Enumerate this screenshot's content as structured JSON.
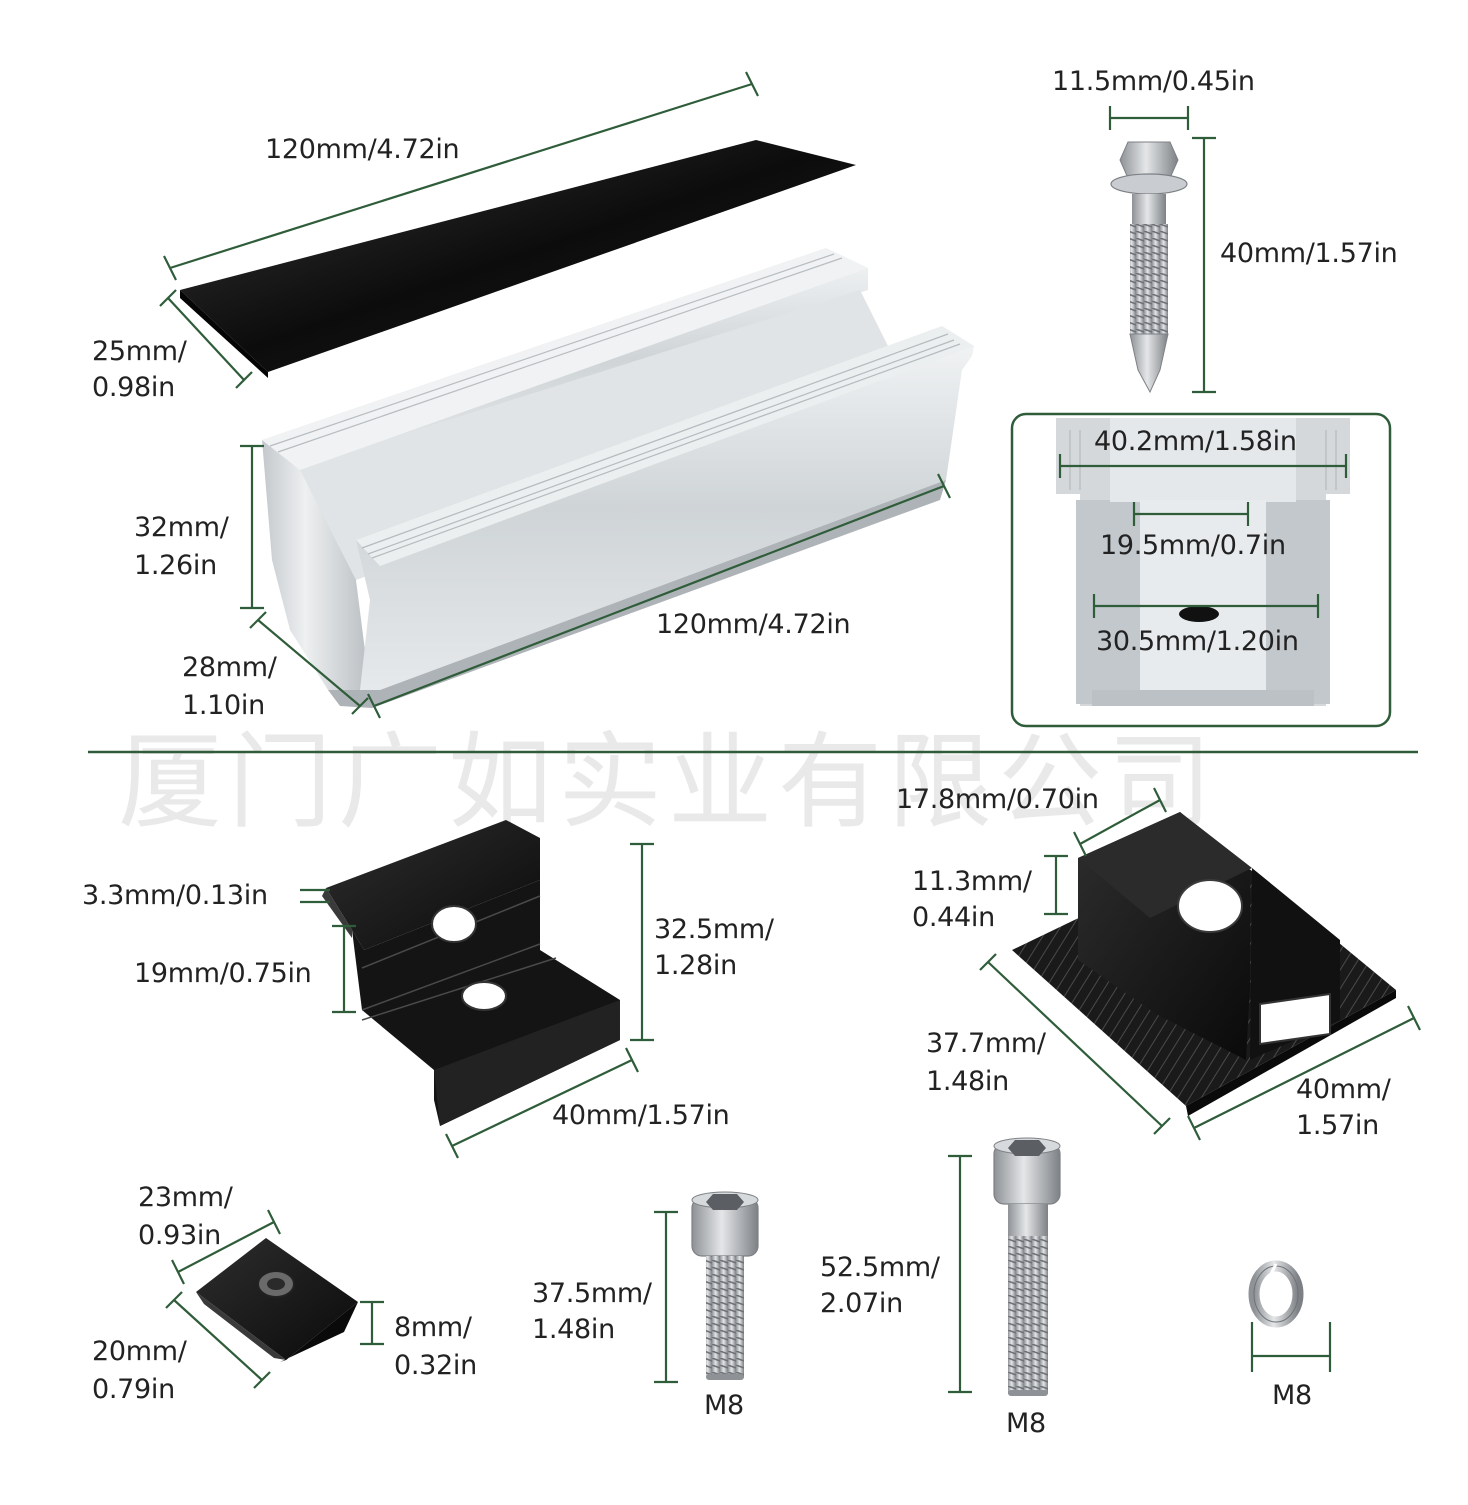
{
  "colors": {
    "dimension_line": "#2f5d3a",
    "label_text": "#222222",
    "aluminum": "#d9dde0",
    "black_anodized": "#151515",
    "steel": "#b8bcc0"
  },
  "watermark": "厦门广如实业有限公司",
  "rail": {
    "pad_length": "120mm/4.72in",
    "pad_width_1": "25mm/",
    "pad_width_2": "0.98in",
    "height_1": "32mm/",
    "height_2": "1.26in",
    "width_1": "28mm/",
    "width_2": "1.10in",
    "length": "120mm/4.72in"
  },
  "self_drilling_screw": {
    "head_width": "11.5mm/0.45in",
    "length": "40mm/1.57in"
  },
  "rail_end_view": {
    "top_width": "40.2mm/1.58in",
    "slot_width": "19.5mm/0.7in",
    "inner_width": "30.5mm/1.20in"
  },
  "end_clamp": {
    "lip": "3.3mm/0.13in",
    "hole_spacing": "19mm/0.75in",
    "height_1": "32.5mm/",
    "height_2": "1.28in",
    "length": "40mm/1.57in"
  },
  "mid_clamp": {
    "top_width": "17.8mm/0.70in",
    "top_height_1": "11.3mm/",
    "top_height_2": "0.44in",
    "base_width_1": "37.7mm/",
    "base_width_2": "1.48in",
    "length_1": "40mm/",
    "length_2": "1.57in"
  },
  "t_nut": {
    "length_1": "23mm/",
    "length_2": "0.93in",
    "width_1": "20mm/",
    "width_2": "0.79in",
    "height_1": "8mm/",
    "height_2": "0.32in"
  },
  "short_bolt": {
    "length_1": "37.5mm/",
    "length_2": "1.48in",
    "thread": "M8"
  },
  "long_bolt": {
    "length_1": "52.5mm/",
    "length_2": "2.07in",
    "thread": "M8"
  },
  "spring_washer": {
    "size": "M8"
  }
}
